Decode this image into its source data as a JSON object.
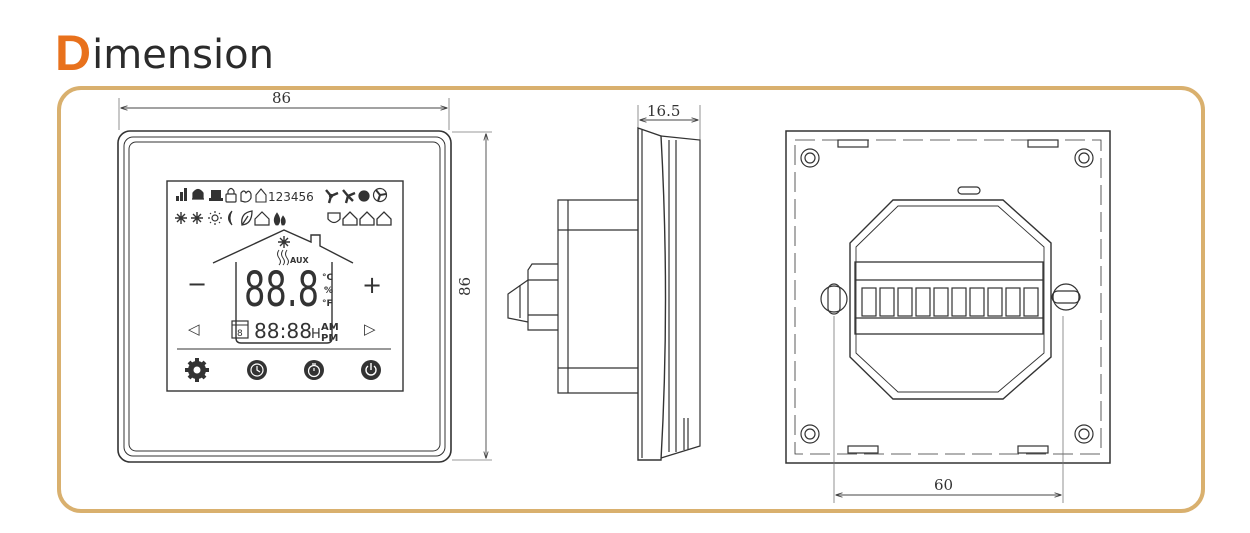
{
  "title": {
    "first_letter": "D",
    "rest": "imension"
  },
  "accent_color": "#e8711c",
  "frame_color": "#d9b06e",
  "dimensions": {
    "front_width": "86",
    "front_height": "86",
    "side_depth": "16.5",
    "back_mount_spacing": "60"
  },
  "display": {
    "digits_main": "88.8",
    "unit_c": "°C",
    "unit_pct": "%",
    "unit_f": "°F",
    "time": "88:88",
    "hour_suffix": "H",
    "am": "AM",
    "pm": "PM",
    "aux": "AUX",
    "day": "8",
    "schedule_numbers": "123456",
    "minus": "−",
    "plus": "+",
    "left_arrow": "◁",
    "right_arrow": "▷"
  },
  "icons": [
    "signal-icon",
    "bell-icon",
    "valve-icon",
    "lock-icon",
    "hand-icon",
    "program-home-icon",
    "fan-icon",
    "snowflake-icon",
    "sun-icon",
    "moon-icon",
    "leaf-icon",
    "heating-icon",
    "shield-icon",
    "gear-icon",
    "clock-icon",
    "timer-icon",
    "power-icon"
  ]
}
